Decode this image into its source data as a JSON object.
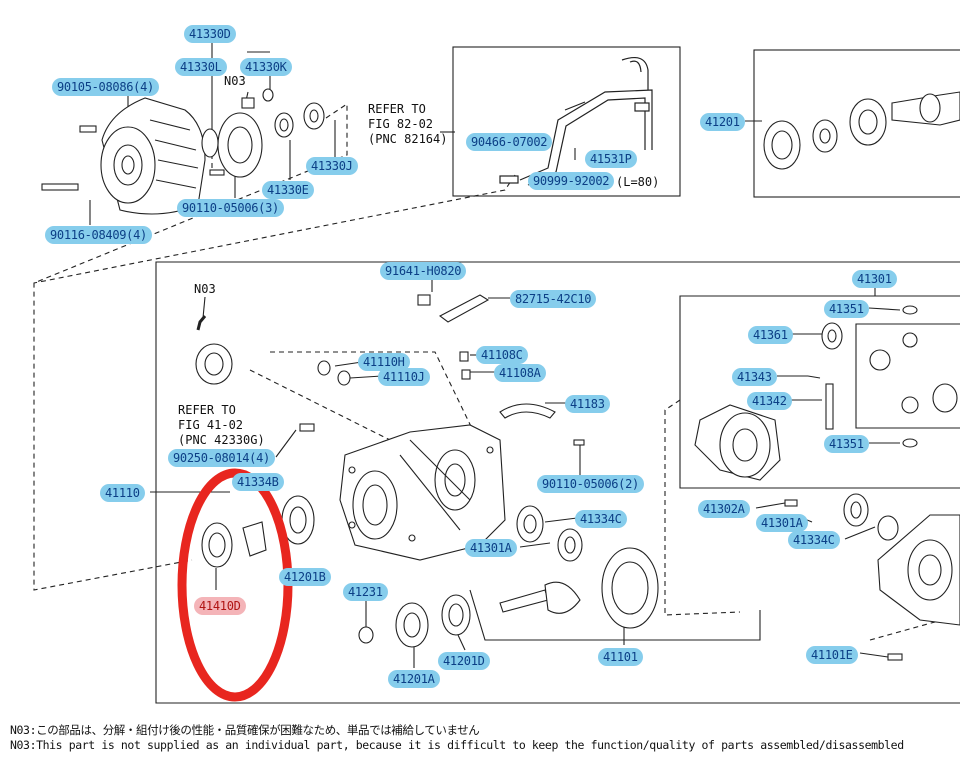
{
  "labels": {
    "l41330d": "41330D",
    "l41330l": "41330L",
    "l41330k": "41330K",
    "n03_top": "N03",
    "l90105": "90105-08086(4)",
    "l41330j": "41330J",
    "l41330e": "41330E",
    "l90110a": "90110-05006(3)",
    "l90116": "90116-08409(4)",
    "l90466": "90466-07002",
    "l41531p": "41531P",
    "l90999": "90999-92002",
    "l90999_note": "(L=80)",
    "l41201": "41201",
    "l91641": "91641-H0820",
    "l82715": "82715-42C10",
    "l41301": "41301",
    "l41351a": "41351",
    "l41361": "41361",
    "l41343": "41343",
    "l41342": "41342",
    "l41351b": "41351",
    "n03_mid": "N03",
    "l41110h": "41110H",
    "l41110j": "41110J",
    "l41108c": "41108C",
    "l41108a": "41108A",
    "l41183": "41183",
    "l90250": "90250-08014(4)",
    "l41110": "41110",
    "l41334b": "41334B",
    "l41201b": "41201B",
    "l41410d": "41410D",
    "l90110b": "90110-05006(2)",
    "l41334c_a": "41334C",
    "l41301a_a": "41301A",
    "l41302a": "41302A",
    "l41301a_b": "41301A",
    "l41334c_b": "41334C",
    "l41231": "41231",
    "l41201a": "41201A",
    "l41201d": "41201D",
    "l41101": "41101",
    "l41101e": "41101E"
  },
  "refers": {
    "r1_line1": "REFER TO",
    "r1_line2": "FIG 82-02",
    "r1_line3": "(PNC 82164)",
    "r2_line1": "REFER TO",
    "r2_line2": "FIG 41-02",
    "r2_line3": "(PNC 42330G)"
  },
  "notes": {
    "jp": "N03:この部品は、分解・組付け後の性能・品質確保が困難なため、単品では補給していません",
    "en": "N03:This part is not supplied as an individual part, because it is difficult to keep the function/quality of parts assembled/disassembled"
  },
  "colors": {
    "label_bg": "#86cdec",
    "label_text": "#0c3f86",
    "selected_bg": "#f4b4b8",
    "selected_text": "#b01414",
    "highlight_ellipse": "#e8261f"
  }
}
